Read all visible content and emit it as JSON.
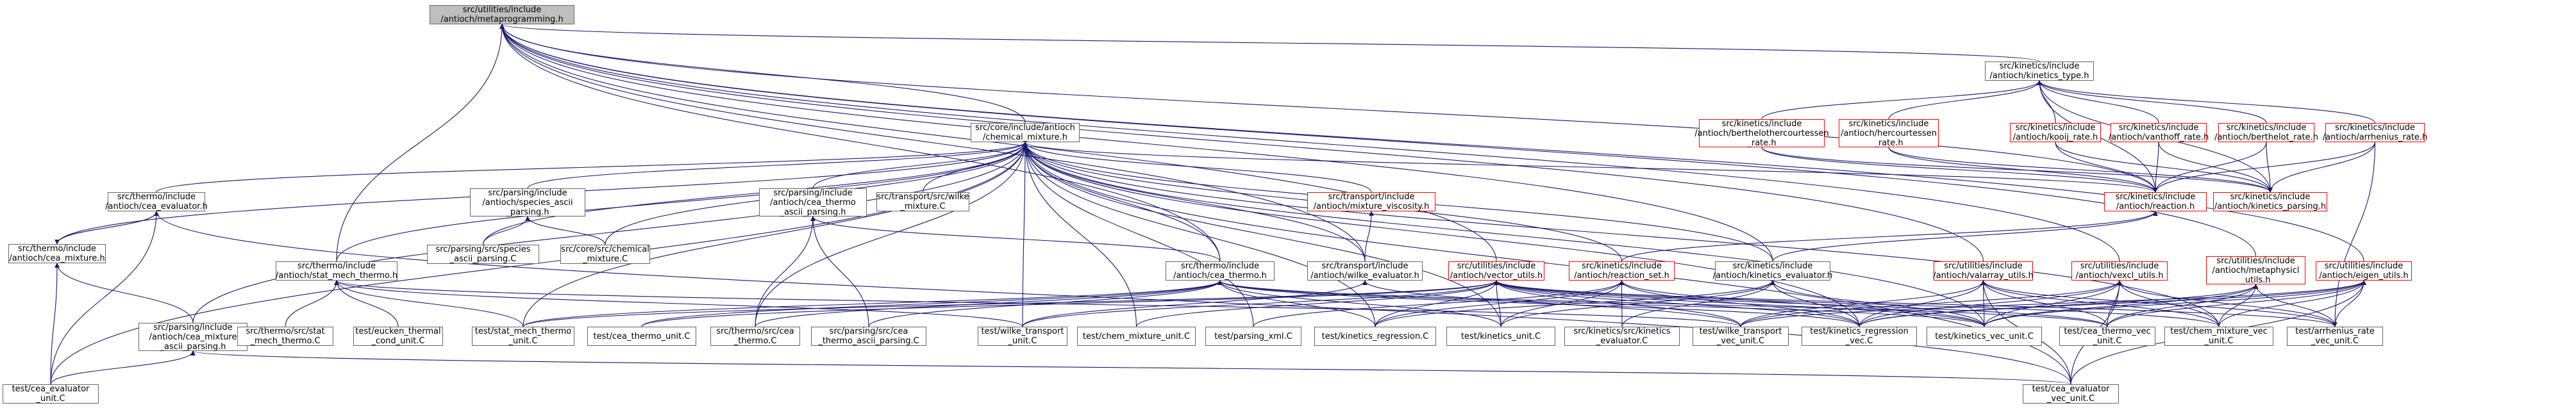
{
  "colors": {
    "edge": "#191970",
    "node_border": "#666666",
    "node_border_missing": "#ff0000",
    "root_fill": "#bfbfbf",
    "background": "#ffffff"
  },
  "nodes": [
    {
      "id": "root",
      "lines": [
        "src/utilities/include",
        "/antioch/metaprogramming.h"
      ],
      "style": "root"
    },
    {
      "id": "kt",
      "lines": [
        "src/kinetics/include",
        "/antioch/kinetics_type.h"
      ],
      "style": "normal"
    },
    {
      "id": "cm",
      "lines": [
        "src/core/include/antioch",
        "/chemical_mixture.h"
      ],
      "style": "normal"
    },
    {
      "id": "bhs",
      "lines": [
        "src/kinetics/include",
        "/antioch/berthelothercourtessen",
        "_rate.h"
      ],
      "style": "missing"
    },
    {
      "id": "hcs",
      "lines": [
        "src/kinetics/include",
        "/antioch/hercourtessen",
        "_rate.h"
      ],
      "style": "missing"
    },
    {
      "id": "kooij",
      "lines": [
        "src/kinetics/include",
        "/antioch/kooij_rate.h"
      ],
      "style": "missing"
    },
    {
      "id": "vanthoff",
      "lines": [
        "src/kinetics/include",
        "/antioch/vanthoff_rate.h"
      ],
      "style": "missing"
    },
    {
      "id": "berthelot",
      "lines": [
        "src/kinetics/include",
        "/antioch/berthelot_rate.h"
      ],
      "style": "missing"
    },
    {
      "id": "arrhenius",
      "lines": [
        "src/kinetics/include",
        "/antioch/arrhenius_rate.h"
      ],
      "style": "missing"
    },
    {
      "id": "ceaeval",
      "lines": [
        "src/thermo/include",
        "/antioch/cea_evaluator.h"
      ],
      "style": "normal"
    },
    {
      "id": "specasc",
      "lines": [
        "src/parsing/include",
        "/antioch/species_ascii",
        "_parsing.h"
      ],
      "style": "normal"
    },
    {
      "id": "ceathasc",
      "lines": [
        "src/parsing/include",
        "/antioch/cea_thermo",
        "_ascii_parsing.h"
      ],
      "style": "normal"
    },
    {
      "id": "wilkemix",
      "lines": [
        "src/transport/src/wilke",
        "_mixture.C"
      ],
      "style": "normal"
    },
    {
      "id": "mixvisc",
      "lines": [
        "src/transport/include",
        "/antioch/mixture_viscosity.h"
      ],
      "style": "missing"
    },
    {
      "id": "reaction",
      "lines": [
        "src/kinetics/include",
        "/antioch/reaction.h"
      ],
      "style": "missing"
    },
    {
      "id": "kparsing",
      "lines": [
        "src/kinetics/include",
        "/antioch/kinetics_parsing.h"
      ],
      "style": "missing"
    },
    {
      "id": "ceamix",
      "lines": [
        "src/thermo/include",
        "/antioch/cea_mixture.h"
      ],
      "style": "normal"
    },
    {
      "id": "specasc_c",
      "lines": [
        "src/parsing/src/species",
        "_ascii_parsing.C"
      ],
      "style": "normal"
    },
    {
      "id": "chemmix_c",
      "lines": [
        "src/core/src/chemical",
        "_mixture.C"
      ],
      "style": "normal"
    },
    {
      "id": "statmech",
      "lines": [
        "src/thermo/include",
        "/antioch/stat_mech_thermo.h"
      ],
      "style": "normal"
    },
    {
      "id": "ceathermo",
      "lines": [
        "src/thermo/include",
        "/antioch/cea_thermo.h"
      ],
      "style": "normal"
    },
    {
      "id": "wilkeeval",
      "lines": [
        "src/transport/include",
        "/antioch/wilke_evaluator.h"
      ],
      "style": "normal"
    },
    {
      "id": "vecutils",
      "lines": [
        "src/utilities/include",
        "/antioch/vector_utils.h"
      ],
      "style": "missing"
    },
    {
      "id": "rxnset",
      "lines": [
        "src/kinetics/include",
        "/antioch/reaction_set.h"
      ],
      "style": "missing"
    },
    {
      "id": "kineval",
      "lines": [
        "src/kinetics/include",
        "/antioch/kinetics_evaluator.h"
      ],
      "style": "normal"
    },
    {
      "id": "valarr",
      "lines": [
        "src/utilities/include",
        "/antioch/valarray_utils.h"
      ],
      "style": "missing"
    },
    {
      "id": "vexcl",
      "lines": [
        "src/utilities/include",
        "/antioch/vexcl_utils.h"
      ],
      "style": "missing"
    },
    {
      "id": "metaphys",
      "lines": [
        "src/utilities/include",
        "/antioch/metaphysicl",
        "_utils.h"
      ],
      "style": "missing"
    },
    {
      "id": "eigen",
      "lines": [
        "src/utilities/include",
        "/antioch/eigen_utils.h"
      ],
      "style": "missing"
    },
    {
      "id": "ceamixasc",
      "lines": [
        "src/parsing/include",
        "/antioch/cea_mixture",
        "_ascii_parsing.h"
      ],
      "style": "normal"
    },
    {
      "id": "statmech_c",
      "lines": [
        "src/thermo/src/stat",
        "_mech_thermo.C"
      ],
      "style": "normal"
    },
    {
      "id": "eucken_c",
      "lines": [
        "test/eucken_thermal",
        "_cond_unit.C"
      ],
      "style": "normal"
    },
    {
      "id": "statmechunit",
      "lines": [
        "test/stat_mech_thermo",
        "_unit.C"
      ],
      "style": "normal"
    },
    {
      "id": "ceathermounit",
      "lines": [
        "test/cea_thermo_unit.C"
      ],
      "style": "normal"
    },
    {
      "id": "ceathermo_c",
      "lines": [
        "src/thermo/src/cea",
        "_thermo.C"
      ],
      "style": "normal"
    },
    {
      "id": "ceathasc_c",
      "lines": [
        "src/parsing/src/cea",
        "_thermo_ascii_parsing.C"
      ],
      "style": "normal"
    },
    {
      "id": "wilketransunit",
      "lines": [
        "test/wilke_transport",
        "_unit.C"
      ],
      "style": "normal"
    },
    {
      "id": "chemmixunit",
      "lines": [
        "test/chem_mixture_unit.C"
      ],
      "style": "normal"
    },
    {
      "id": "parsingxml",
      "lines": [
        "test/parsing_xml.C"
      ],
      "style": "normal"
    },
    {
      "id": "kinreg",
      "lines": [
        "test/kinetics_regression.C"
      ],
      "style": "normal"
    },
    {
      "id": "kinunit",
      "lines": [
        "test/kinetics_unit.C"
      ],
      "style": "normal"
    },
    {
      "id": "kineval_c",
      "lines": [
        "src/kinetics/src/kinetics",
        "_evaluator.C"
      ],
      "style": "normal"
    },
    {
      "id": "wilkevec",
      "lines": [
        "test/wilke_transport",
        "_vec_unit.C"
      ],
      "style": "normal"
    },
    {
      "id": "kinregvec",
      "lines": [
        "test/kinetics_regression",
        "_vec.C"
      ],
      "style": "normal"
    },
    {
      "id": "kinvecunit",
      "lines": [
        "test/kinetics_vec_unit.C"
      ],
      "style": "normal"
    },
    {
      "id": "ceathermovec",
      "lines": [
        "test/cea_thermo_vec",
        "_unit.C"
      ],
      "style": "normal"
    },
    {
      "id": "chemmixvec",
      "lines": [
        "test/chem_mixture_vec",
        "_unit.C"
      ],
      "style": "normal"
    },
    {
      "id": "arrhvec",
      "lines": [
        "test/arrhenius_rate",
        "_vec_unit.C"
      ],
      "style": "normal"
    },
    {
      "id": "ceaevalunit",
      "lines": [
        "test/cea_evaluator",
        "_unit.C"
      ],
      "style": "normal"
    },
    {
      "id": "ceaevalvec",
      "lines": [
        "test/cea_evaluator",
        "_vec_unit.C"
      ],
      "style": "normal"
    }
  ],
  "edges": [
    [
      "kt",
      "root"
    ],
    [
      "cm",
      "root"
    ],
    [
      "statmech",
      "root"
    ],
    [
      "ceathermo",
      "root"
    ],
    [
      "wilkeeval",
      "root"
    ],
    [
      "vecutils",
      "root"
    ],
    [
      "kineval",
      "root"
    ],
    [
      "valarr",
      "root"
    ],
    [
      "vexcl",
      "root"
    ],
    [
      "metaphys",
      "root"
    ],
    [
      "eigen",
      "root"
    ],
    [
      "reaction",
      "root"
    ],
    [
      "bhs",
      "kt"
    ],
    [
      "hcs",
      "kt"
    ],
    [
      "kooij",
      "kt"
    ],
    [
      "vanthoff",
      "kt"
    ],
    [
      "berthelot",
      "kt"
    ],
    [
      "arrhenius",
      "kt"
    ],
    [
      "reaction",
      "kt"
    ],
    [
      "kparsing",
      "kt"
    ],
    [
      "bhs",
      "reaction"
    ],
    [
      "hcs",
      "reaction"
    ],
    [
      "kooij",
      "reaction"
    ],
    [
      "vanthoff",
      "reaction"
    ],
    [
      "berthelot",
      "reaction"
    ],
    [
      "arrhenius",
      "reaction"
    ],
    [
      "bhs",
      "kparsing"
    ],
    [
      "hcs",
      "kparsing"
    ],
    [
      "kooij",
      "kparsing"
    ],
    [
      "vanthoff",
      "kparsing"
    ],
    [
      "berthelot",
      "kparsing"
    ],
    [
      "arrhenius",
      "kparsing"
    ],
    [
      "arrhenius",
      "arrhvec"
    ],
    [
      "ceaeval",
      "cm"
    ],
    [
      "specasc",
      "cm"
    ],
    [
      "ceathasc",
      "cm"
    ],
    [
      "wilkemix",
      "cm"
    ],
    [
      "mixvisc",
      "cm"
    ],
    [
      "reaction",
      "cm"
    ],
    [
      "ceamix",
      "cm"
    ],
    [
      "specasc_c",
      "cm"
    ],
    [
      "chemmix_c",
      "cm"
    ],
    [
      "statmech",
      "cm"
    ],
    [
      "ceathermo",
      "cm"
    ],
    [
      "wilkeeval",
      "cm"
    ],
    [
      "rxnset",
      "cm"
    ],
    [
      "kineval",
      "cm"
    ],
    [
      "ceamixasc",
      "cm"
    ],
    [
      "statmechunit",
      "cm"
    ],
    [
      "ceathermo_c",
      "cm"
    ],
    [
      "wilketransunit",
      "cm"
    ],
    [
      "chemmixunit",
      "cm"
    ],
    [
      "parsingxml",
      "cm"
    ],
    [
      "kinreg",
      "cm"
    ],
    [
      "kinunit",
      "cm"
    ],
    [
      "kinregvec",
      "cm"
    ],
    [
      "kinvecunit",
      "cm"
    ],
    [
      "chemmixvec",
      "cm"
    ],
    [
      "ceaevalvec",
      "cm"
    ],
    [
      "ceaevalunit",
      "cm"
    ],
    [
      "ceamix",
      "ceaeval"
    ],
    [
      "ceaevalunit",
      "ceaeval"
    ],
    [
      "ceaevalvec",
      "ceaeval"
    ],
    [
      "ceaeval",
      "ceamix"
    ],
    [
      "specasc_c",
      "specasc"
    ],
    [
      "chemmix_c",
      "specasc"
    ],
    [
      "ceathermo_c",
      "ceathasc"
    ],
    [
      "ceathasc_c",
      "ceathasc"
    ],
    [
      "wilkeeval",
      "mixvisc"
    ],
    [
      "rxnset",
      "reaction"
    ],
    [
      "kineval",
      "reaction"
    ],
    [
      "ceamixasc",
      "ceamix"
    ],
    [
      "ceaevalunit",
      "ceamix"
    ],
    [
      "statmech_c",
      "statmech"
    ],
    [
      "eucken_c",
      "statmech"
    ],
    [
      "statmechunit",
      "statmech"
    ],
    [
      "wilketransunit",
      "statmech"
    ],
    [
      "wilkevec",
      "statmech"
    ],
    [
      "ceathermo",
      "ceathasc"
    ],
    [
      "ceathermounit",
      "ceathermo"
    ],
    [
      "ceathermo_c",
      "ceathermo"
    ],
    [
      "ceathasc_c",
      "ceathermo"
    ],
    [
      "kinreg",
      "ceathermo"
    ],
    [
      "kinunit",
      "ceathermo"
    ],
    [
      "kinregvec",
      "ceathermo"
    ],
    [
      "kinvecunit",
      "ceathermo"
    ],
    [
      "ceathermovec",
      "ceathermo"
    ],
    [
      "statmechunit",
      "ceathermo"
    ],
    [
      "wilketransunit",
      "wilkeeval"
    ],
    [
      "wilkevec",
      "wilkeeval"
    ],
    [
      "statmechunit",
      "vecutils"
    ],
    [
      "ceathermounit",
      "vecutils"
    ],
    [
      "wilketransunit",
      "vecutils"
    ],
    [
      "chemmixunit",
      "vecutils"
    ],
    [
      "kinreg",
      "vecutils"
    ],
    [
      "kinunit",
      "vecutils"
    ],
    [
      "wilkevec",
      "vecutils"
    ],
    [
      "kinregvec",
      "vecutils"
    ],
    [
      "kinvecunit",
      "vecutils"
    ],
    [
      "ceathermovec",
      "vecutils"
    ],
    [
      "chemmixvec",
      "vecutils"
    ],
    [
      "arrhvec",
      "vecutils"
    ],
    [
      "kineval_c",
      "rxnset"
    ],
    [
      "kinreg",
      "rxnset"
    ],
    [
      "kinunit",
      "rxnset"
    ],
    [
      "kinregvec",
      "rxnset"
    ],
    [
      "kinvecunit",
      "rxnset"
    ],
    [
      "parsingxml",
      "rxnset"
    ],
    [
      "kineval_c",
      "kineval"
    ],
    [
      "kinreg",
      "kineval"
    ],
    [
      "kinunit",
      "kineval"
    ],
    [
      "kinregvec",
      "kineval"
    ],
    [
      "kinvecunit",
      "kineval"
    ],
    [
      "wilkevec",
      "valarr"
    ],
    [
      "kinregvec",
      "valarr"
    ],
    [
      "kinvecunit",
      "valarr"
    ],
    [
      "ceathermovec",
      "valarr"
    ],
    [
      "chemmixvec",
      "valarr"
    ],
    [
      "arrhvec",
      "valarr"
    ],
    [
      "ceaevalvec",
      "valarr"
    ],
    [
      "wilkevec",
      "vexcl"
    ],
    [
      "kinregvec",
      "vexcl"
    ],
    [
      "kinvecunit",
      "vexcl"
    ],
    [
      "ceathermovec",
      "vexcl"
    ],
    [
      "chemmixvec",
      "vexcl"
    ],
    [
      "arrhvec",
      "vexcl"
    ],
    [
      "ceaevalvec",
      "vexcl"
    ],
    [
      "kinregvec",
      "metaphys"
    ],
    [
      "kinvecunit",
      "metaphys"
    ],
    [
      "ceathermovec",
      "metaphys"
    ],
    [
      "chemmixvec",
      "metaphys"
    ],
    [
      "arrhvec",
      "metaphys"
    ],
    [
      "wilkevec",
      "eigen"
    ],
    [
      "kinregvec",
      "eigen"
    ],
    [
      "kinvecunit",
      "eigen"
    ],
    [
      "ceathermovec",
      "eigen"
    ],
    [
      "chemmixvec",
      "eigen"
    ],
    [
      "arrhvec",
      "eigen"
    ],
    [
      "ceaevalvec",
      "eigen"
    ],
    [
      "ceaevalunit",
      "ceamixasc"
    ],
    [
      "ceaevalvec",
      "ceamixasc"
    ]
  ]
}
